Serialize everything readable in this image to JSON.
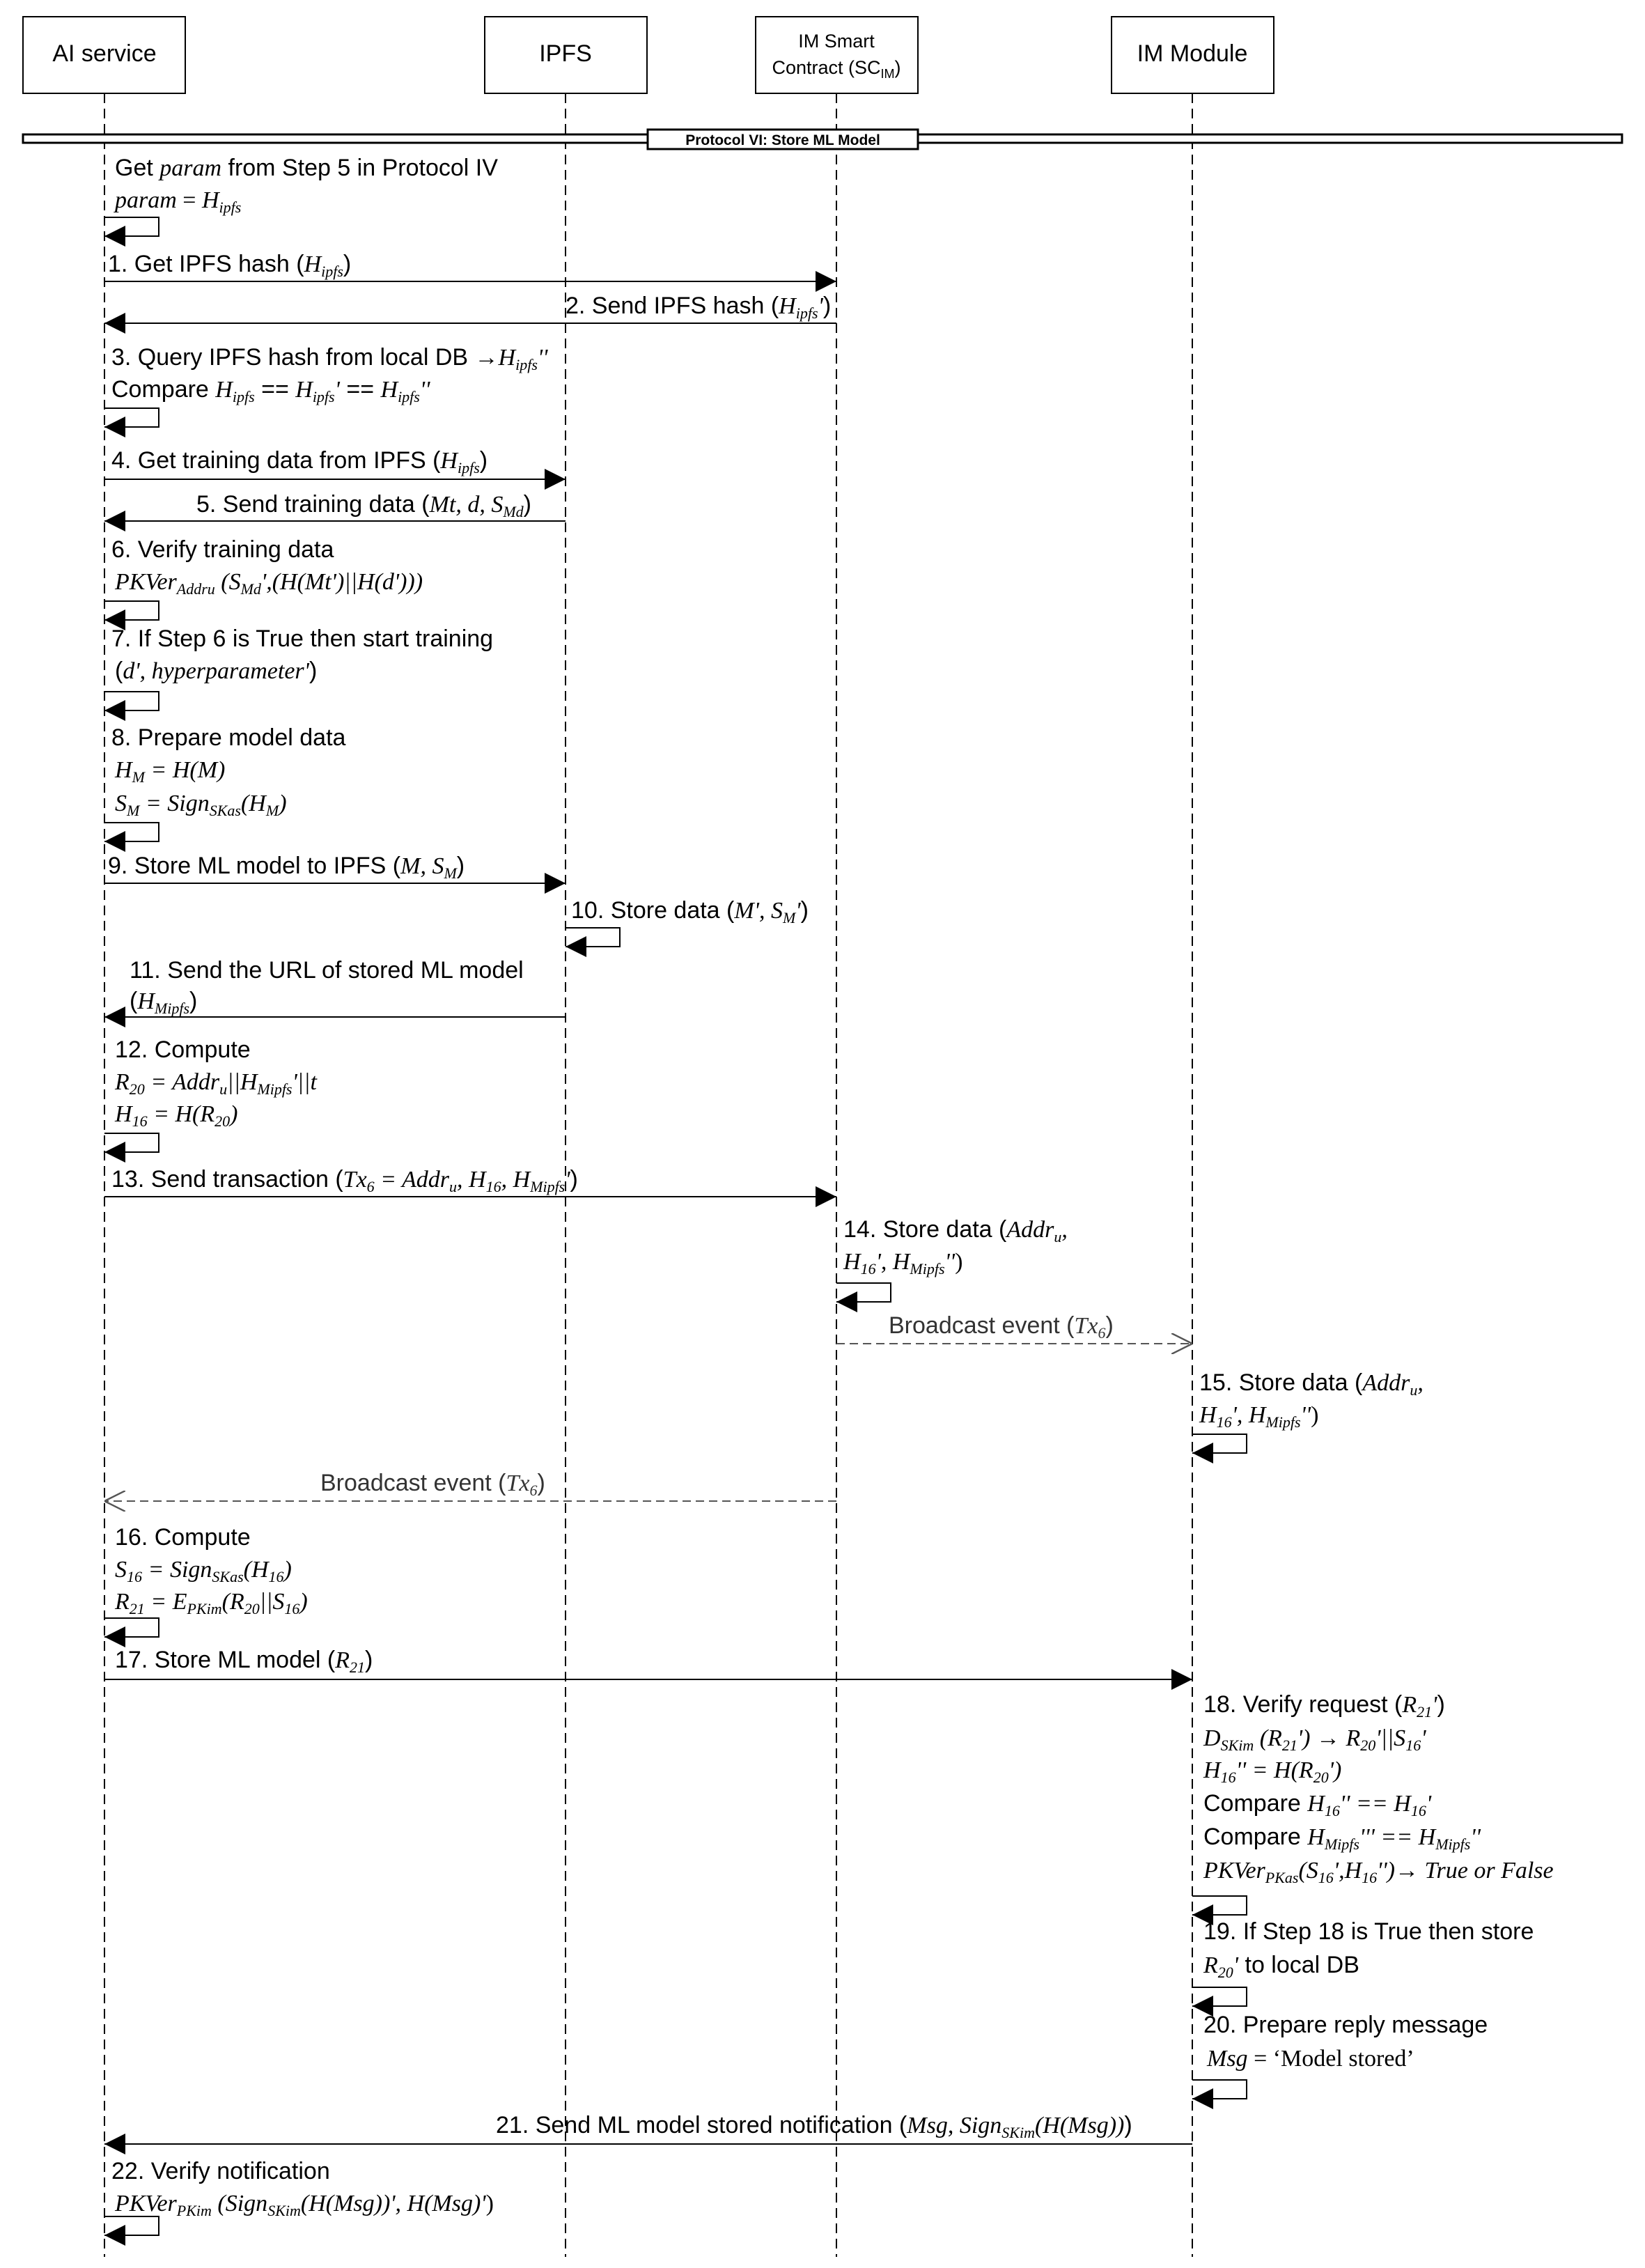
{
  "participants": [
    {
      "id": "ai",
      "label": "AI service"
    },
    {
      "id": "ipfs",
      "label": "IPFS"
    },
    {
      "id": "sc",
      "label": "IM Smart Contract (SC",
      "sub": "IM",
      "tail": ")",
      "line1": "IM Smart",
      "line2": "Contract (SC"
    },
    {
      "id": "im",
      "label": "IM Module"
    }
  ],
  "frame": {
    "title": "Protocol VI: Store ML Model"
  },
  "steps": [
    {
      "id": "pre",
      "lines": [
        "Get param from Step 5 in Protocol IV",
        "param = H_ipfs"
      ]
    },
    {
      "id": "s1",
      "text": "1. Get IPFS hash (H_ipfs)"
    },
    {
      "id": "s2",
      "text": "2. Send IPFS hash (H_ipfs')"
    },
    {
      "id": "s3",
      "lines": [
        "3. Query IPFS hash from local DB → H_ipfs''",
        "Compare H_ipfs == H_ipfs' == H_ipfs''"
      ]
    },
    {
      "id": "s4",
      "text": "4. Get training data from IPFS (H_ipfs)"
    },
    {
      "id": "s5",
      "text": "5. Send training data (Mt, d, S_Md)"
    },
    {
      "id": "s6",
      "lines": [
        "6. Verify training data",
        "PKVer_Addru (S_Md',(H(Mt')||H(d')))"
      ]
    },
    {
      "id": "s7",
      "lines": [
        "7. If Step 6 is True then start training",
        "(d', hyperparameter')"
      ]
    },
    {
      "id": "s8",
      "lines": [
        "8. Prepare model data",
        "H_M = H(M)",
        "S_M = Sign_SKas(H_M)"
      ]
    },
    {
      "id": "s9",
      "text": "9. Store ML model to IPFS (M, S_M)"
    },
    {
      "id": "s10",
      "text": "10. Store data (M', S_M')"
    },
    {
      "id": "s11",
      "lines": [
        "11. Send the URL of stored ML model",
        "(H_Mipfs)"
      ]
    },
    {
      "id": "s12",
      "lines": [
        "12. Compute",
        "R_20 = Addr_u||H_Mipfs'||t",
        "H_16 = H(R_20)"
      ]
    },
    {
      "id": "s13",
      "text": "13. Send transaction (Tx_6 = Addr_u, H_16, H_Mipfs')"
    },
    {
      "id": "s14",
      "lines": [
        "14. Store data (Addr_u,",
        "H_16', H_Mipfs'')"
      ]
    },
    {
      "id": "be1",
      "text": "Broadcast event (Tx_6)"
    },
    {
      "id": "s15",
      "lines": [
        "15. Store data (Addr_u,",
        "H_16', H_Mipfs'')"
      ]
    },
    {
      "id": "be2",
      "text": "Broadcast event (Tx_6)"
    },
    {
      "id": "s16",
      "lines": [
        "16. Compute",
        "S_16 = Sign_SKas(H_16)",
        "R_21 = E_PKim(R_20||S_16)"
      ]
    },
    {
      "id": "s17",
      "text": "17. Store ML model (R_21)"
    },
    {
      "id": "s18",
      "lines": [
        "18. Verify request (R_21')",
        "D_SKim (R_21') → R_20'||S_16'",
        "H_16'' = H(R_20')",
        "Compare H_16'' == H_16'",
        "Compare H_Mipfs''' == H_Mipfs''",
        "PKVer_PKas(S_16',H_16'')→ True or False"
      ]
    },
    {
      "id": "s19",
      "lines": [
        "19. If Step 18 is True then store",
        "R_20' to local DB"
      ]
    },
    {
      "id": "s20",
      "lines": [
        "20. Prepare reply message",
        "Msg = ‘Model stored’"
      ]
    },
    {
      "id": "s21",
      "text": "21. Send ML model stored notification (Msg, Sign_SKim(H(Msg)))"
    },
    {
      "id": "s22",
      "lines": [
        "22. Verify notification",
        "PKVer_PKim (Sign_SKim(H(Msg))', H(Msg)')"
      ]
    }
  ]
}
